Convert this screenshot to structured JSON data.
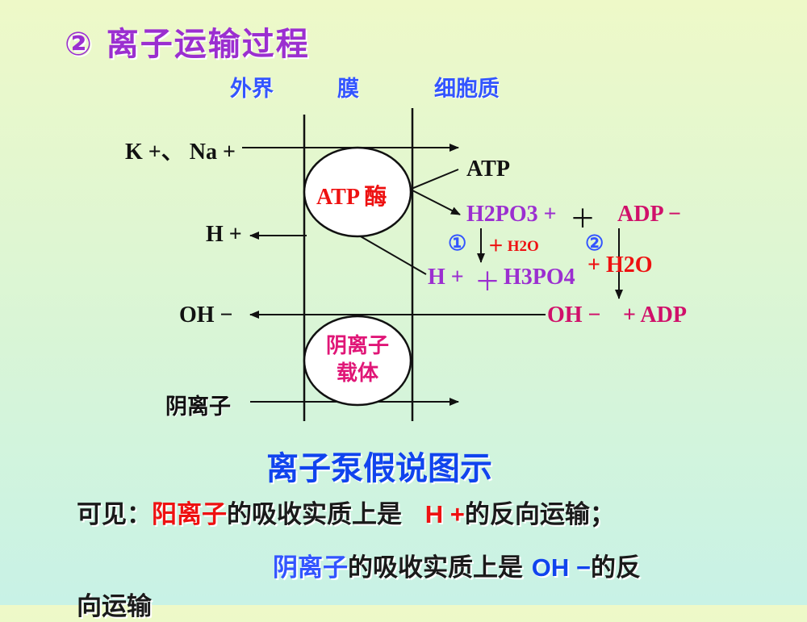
{
  "title": "② 离子运输过程",
  "columns": {
    "outside": "外界",
    "membrane": "膜",
    "cytoplasm": "细胞质"
  },
  "ions": {
    "k_na": "K +、 Na +",
    "h": "H +",
    "oh": "OH −",
    "anion": "阴离子"
  },
  "carriers": {
    "atp_enzyme": "ATP 酶",
    "anion_carrier_line1": "阴离子",
    "anion_carrier_line2": "载体"
  },
  "reaction": {
    "atp": "ATP",
    "h2po3": "H2PO3 +",
    "plus": "＋",
    "adp_minus": "ADP −",
    "step1": "①",
    "step2": "②",
    "water_small": "＋ H2O",
    "water_big": "+ H2O",
    "h_plus": "H +",
    "h3po4": "H3PO4",
    "oh_minus": "OH −",
    "plus_adp": "+ ADP"
  },
  "caption": "离子泵假说图示",
  "conclusion": {
    "line1_prefix": "可见：",
    "line1_cation": "阳离子",
    "line1_middle": "的吸收实质上是",
    "line1_ion": "H +",
    "line1_suffix": "的反向运输；",
    "line2_anion": "阴离子",
    "line2_middle": "的吸收实质上是",
    "line2_ion": "OH −",
    "line2_suffix": "的反",
    "line3_text": "向运输"
  },
  "colors": {
    "title": "#9b2fd0",
    "header": "#3355ff",
    "enzyme": "#ee1111",
    "carrier": "#e01677",
    "reaction_purple": "#9b2fd0",
    "reaction_magenta": "#d0106a",
    "caption": "#1144ee"
  }
}
